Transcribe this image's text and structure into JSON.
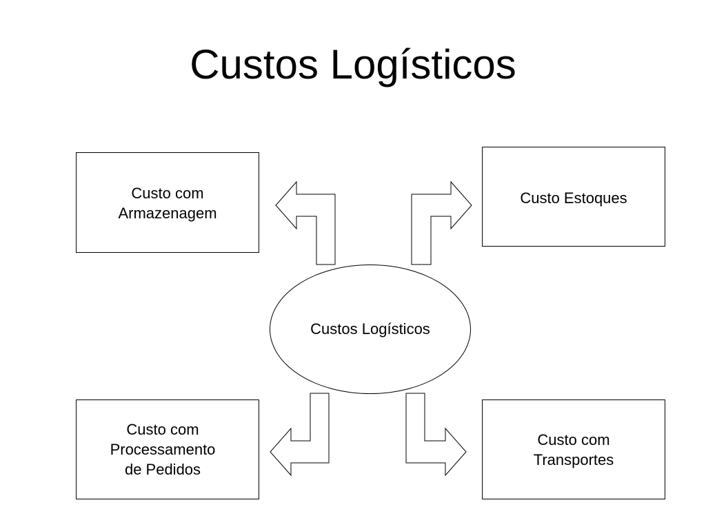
{
  "title": "Custos Logísticos",
  "center": {
    "label": "Custos Logísticos"
  },
  "boxes": {
    "armazenagem": {
      "lines": [
        "Custo com",
        "Armazenagem"
      ]
    },
    "estoques": {
      "lines": [
        "Custo Estoques"
      ]
    },
    "pedidos": {
      "lines": [
        "Custo com",
        "Processamento",
        "de Pedidos"
      ]
    },
    "transportes": {
      "lines": [
        "Custo com",
        "Transportes"
      ]
    }
  },
  "icons": {
    "top_left": "bent-arrow-up-left-icon",
    "top_right": "bent-arrow-up-right-icon",
    "bottom_left": "bent-arrow-down-left-icon",
    "bottom_right": "bent-arrow-down-right-icon"
  }
}
